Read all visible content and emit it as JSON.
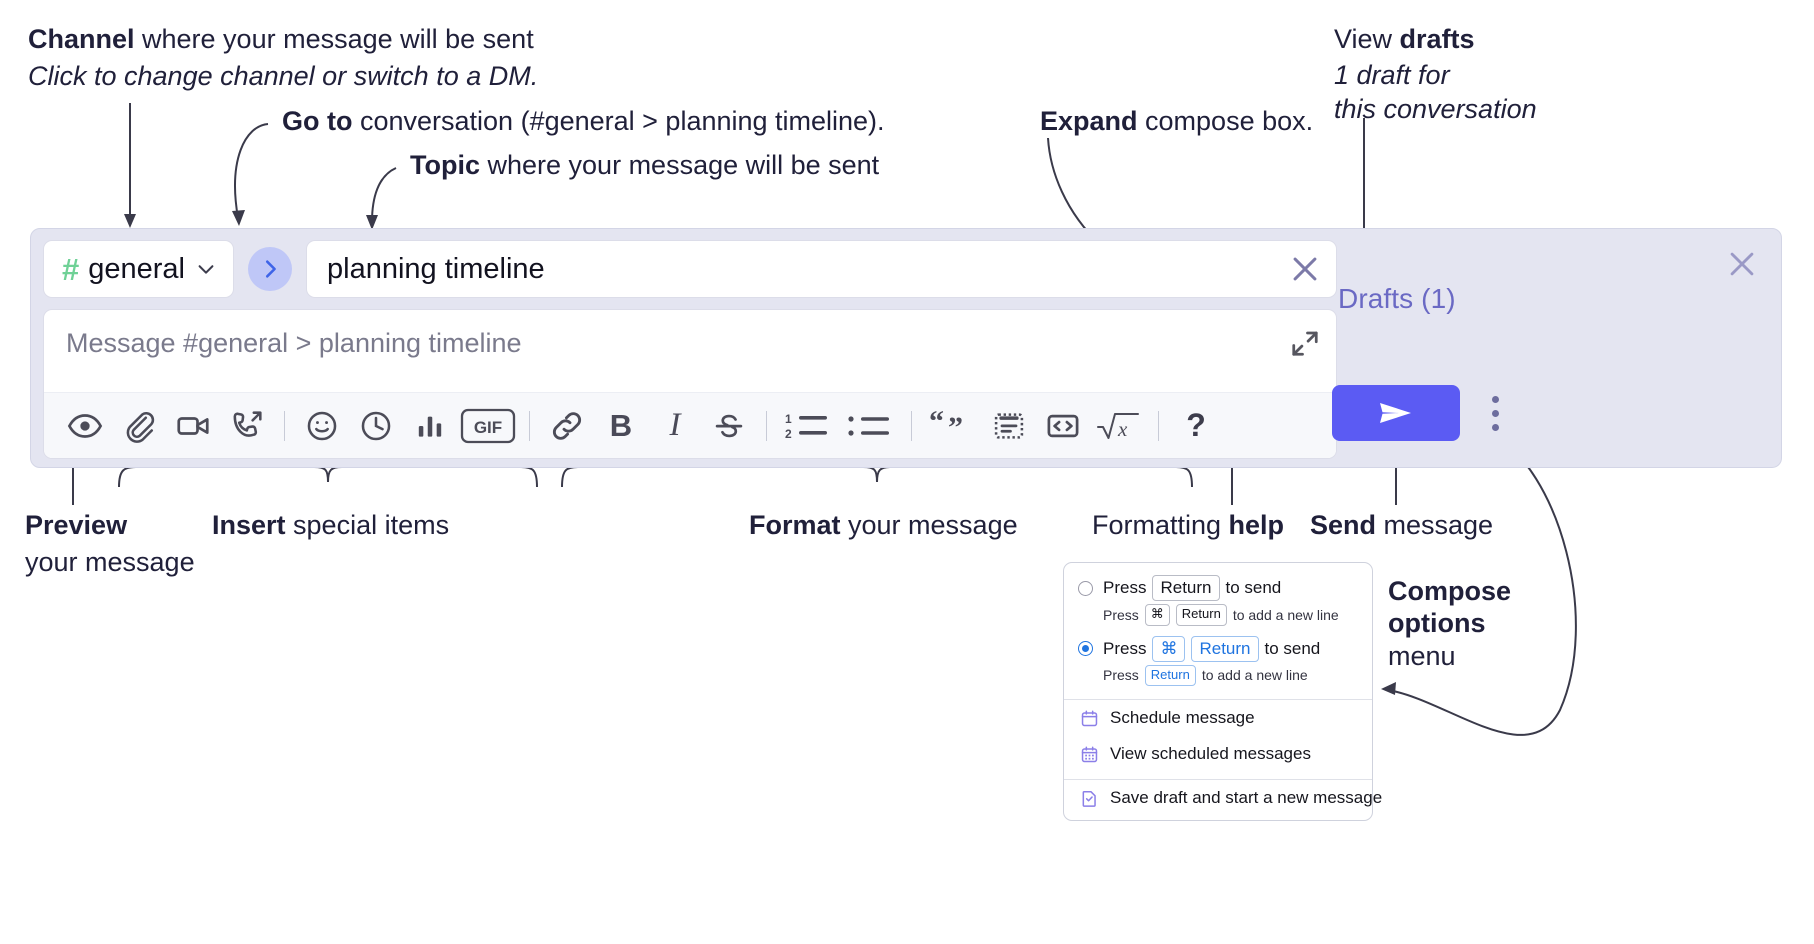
{
  "annotations": {
    "channel": {
      "bold": "Channel",
      "rest": " where your message will be sent",
      "sub": "Click to change channel or switch to a DM."
    },
    "goto": {
      "bold": "Go to",
      "rest": " conversation (#general > planning timeline)."
    },
    "topic": {
      "bold": "Topic",
      "rest": " where your message will be sent"
    },
    "expand": {
      "bold": "Expand",
      "rest": " compose box."
    },
    "drafts": {
      "pre": "View ",
      "bold": "drafts",
      "sub1": "1 draft for",
      "sub2": "this conversation"
    },
    "preview": {
      "bold": "Preview",
      "sub": "your message"
    },
    "insert": {
      "bold": "Insert",
      "rest": " special items"
    },
    "format": {
      "bold": "Format",
      "rest": " your message"
    },
    "formatting_help": {
      "pre": "Formatting ",
      "bold": "help"
    },
    "send": {
      "bold": "Send",
      "rest": " message"
    },
    "compose_options": {
      "bold1": "Compose",
      "bold2": "options",
      "rest": "menu"
    }
  },
  "compose": {
    "channel_name": "general",
    "channel_icon": "hash-icon",
    "channel_dropdown_icon": "chevron-down-icon",
    "goto_icon": "chevron-right-icon",
    "topic_value": "planning timeline",
    "topic_clear_icon": "close-icon",
    "message_placeholder": "Message #general > planning timeline",
    "expand_icon": "expand-diagonal-icon",
    "close_icon": "close-icon",
    "drafts_label": "Drafts (1)",
    "send_icon": "send-paper-plane-icon",
    "options_icon": "kebab-menu-icon",
    "toolbar": [
      {
        "name": "preview-icon",
        "kind": "icon",
        "label": "Preview"
      },
      {
        "name": "attachment-icon",
        "kind": "icon",
        "label": "Attach file"
      },
      {
        "name": "video-icon",
        "kind": "icon",
        "label": "Video"
      },
      {
        "name": "call-forward-icon",
        "kind": "icon",
        "label": "Call"
      },
      {
        "name": "separator",
        "kind": "sep",
        "label": ""
      },
      {
        "name": "emoji-icon",
        "kind": "icon",
        "label": "Emoji"
      },
      {
        "name": "clock-icon",
        "kind": "icon",
        "label": "Reminder"
      },
      {
        "name": "poll-icon",
        "kind": "icon",
        "label": "Poll"
      },
      {
        "name": "gif-icon",
        "kind": "icon",
        "label": "GIF"
      },
      {
        "name": "separator",
        "kind": "sep",
        "label": ""
      },
      {
        "name": "link-icon",
        "kind": "icon",
        "label": "Link"
      },
      {
        "name": "bold-icon",
        "kind": "text",
        "label": "B"
      },
      {
        "name": "italic-icon",
        "kind": "text",
        "label": "I"
      },
      {
        "name": "strikethrough-icon",
        "kind": "icon",
        "label": "Strikethrough"
      },
      {
        "name": "separator",
        "kind": "sep",
        "label": ""
      },
      {
        "name": "ordered-list-icon",
        "kind": "icon",
        "label": "Numbered list"
      },
      {
        "name": "bullet-list-icon",
        "kind": "icon",
        "label": "Bulleted list"
      },
      {
        "name": "separator",
        "kind": "sep",
        "label": ""
      },
      {
        "name": "blockquote-icon",
        "kind": "icon",
        "label": "Quote"
      },
      {
        "name": "code-block-icon",
        "kind": "icon",
        "label": "Code block"
      },
      {
        "name": "inline-code-icon",
        "kind": "icon",
        "label": "Code"
      },
      {
        "name": "math-icon",
        "kind": "icon",
        "label": "Math"
      },
      {
        "name": "separator",
        "kind": "sep",
        "label": ""
      },
      {
        "name": "help-icon",
        "kind": "text",
        "label": "?"
      }
    ]
  },
  "options_menu": {
    "send_modes": [
      {
        "selected": false,
        "main": {
          "pre": "Press ",
          "keys": [
            "Return"
          ],
          "post": " to send"
        },
        "sub": {
          "pre": "Press ",
          "keys": [
            "⌘",
            "Return"
          ],
          "post": " to add a new line"
        }
      },
      {
        "selected": true,
        "main": {
          "pre": "Press ",
          "keys": [
            "⌘",
            "Return"
          ],
          "post": " to send"
        },
        "sub": {
          "pre": "Press ",
          "keys": [
            "Return"
          ],
          "post": " to add a new line"
        }
      }
    ],
    "items": [
      {
        "icon": "calendar-icon",
        "label": "Schedule message"
      },
      {
        "icon": "calendar-grid-icon",
        "label": "View scheduled messages"
      },
      {
        "icon": "save-draft-icon",
        "label": "Save draft and start a new message",
        "divider_before": true
      }
    ]
  },
  "colors": {
    "widget_bg": "#e4e5f1",
    "send_button": "#5b5bf3",
    "drafts_text": "#6a69c4",
    "hash_green": "#6fd196",
    "goto_circle": "#bfc7f7",
    "radio_blue": "#1f74e0",
    "menu_icon_purple": "#8b7fe8"
  }
}
